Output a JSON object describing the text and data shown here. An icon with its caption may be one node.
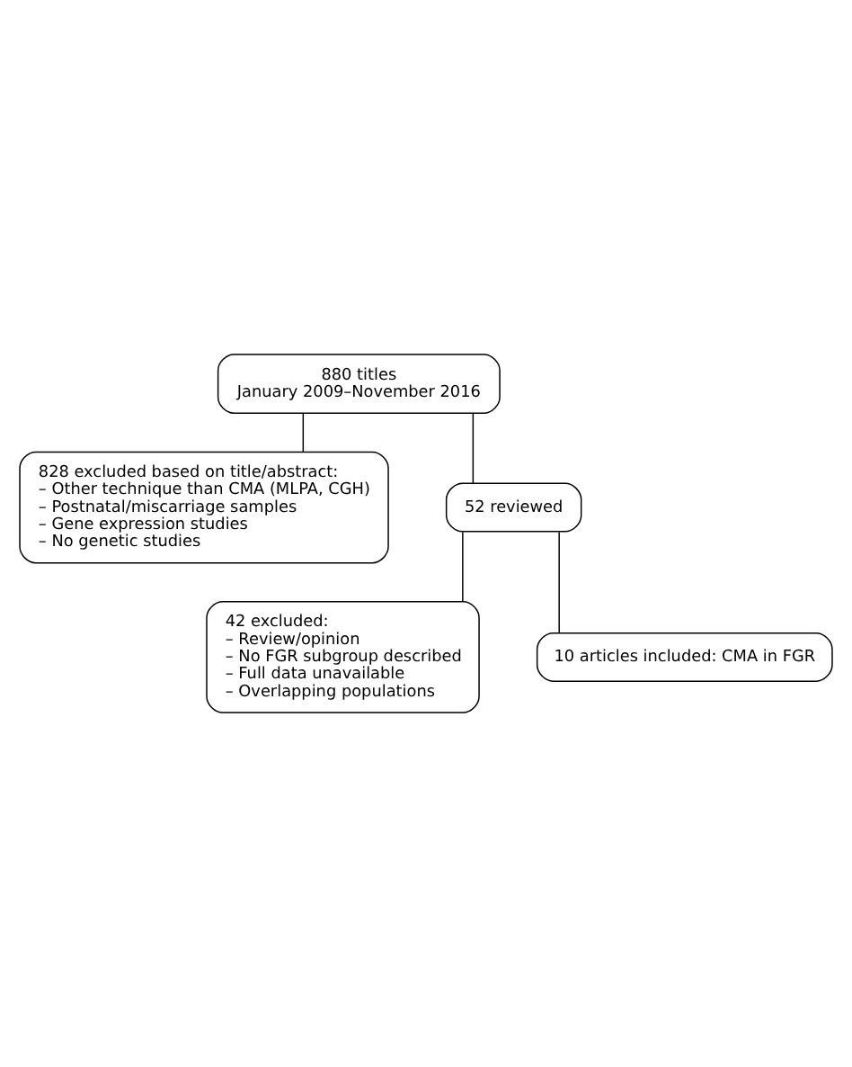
{
  "diagram": {
    "nodes": [
      {
        "text": [
          "880 titles",
          "January 2009–November 2016"
        ]
      },
      {
        "text": [
          "828 excluded based on title/abstract:",
          "– Other technique than CMA (MLPA, CGH)",
          "– Postnatal/miscarriage samples",
          "– Gene expression studies",
          "– No genetic studies"
        ]
      },
      {
        "text": [
          "52 reviewed"
        ]
      },
      {
        "text": [
          "42 excluded:",
          "– Review/opinion",
          "– No FGR subgroup described",
          "– Full data unavailable",
          "– Overlapping populations"
        ]
      },
      {
        "text": [
          "10 articles included: CMA in FGR"
        ]
      }
    ],
    "edges": [
      {
        "from": 0,
        "to": 2,
        "arrow": "none"
      },
      {
        "from": 0,
        "to": 1,
        "arrow": "none"
      },
      {
        "from": 2,
        "to": 4,
        "arrow": "none"
      },
      {
        "from": 2,
        "to": 3,
        "arrow": "none"
      }
    ]
  }
}
